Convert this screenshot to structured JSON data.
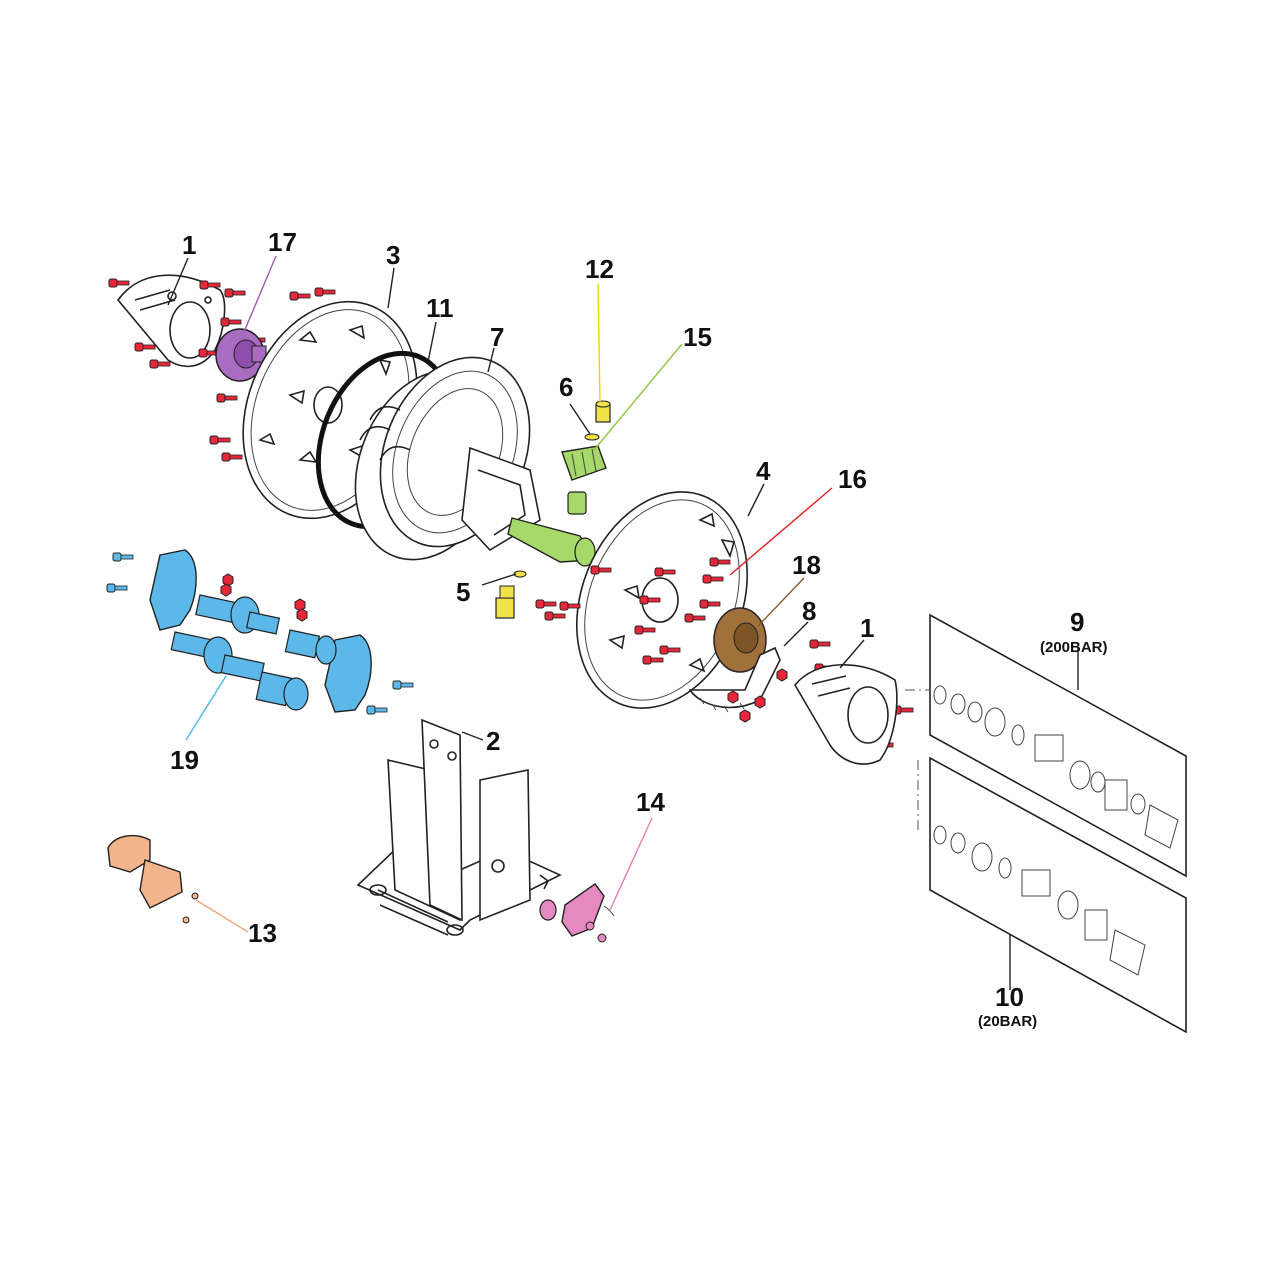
{
  "callouts": [
    {
      "id": "1a",
      "text": "1",
      "color": "#222222"
    },
    {
      "id": "17",
      "text": "17",
      "color": "#9b59b6"
    },
    {
      "id": "3",
      "text": "3",
      "color": "#222222"
    },
    {
      "id": "11",
      "text": "11",
      "color": "#222222"
    },
    {
      "id": "7",
      "text": "7",
      "color": "#222222"
    },
    {
      "id": "12",
      "text": "12",
      "color": "#e6d800"
    },
    {
      "id": "15",
      "text": "15",
      "color": "#8cc63f"
    },
    {
      "id": "6",
      "text": "6",
      "color": "#222222"
    },
    {
      "id": "4",
      "text": "4",
      "color": "#222222"
    },
    {
      "id": "16",
      "text": "16",
      "color": "#e02020"
    },
    {
      "id": "18",
      "text": "18",
      "color": "#8b5a2b"
    },
    {
      "id": "8",
      "text": "8",
      "color": "#222222"
    },
    {
      "id": "1b",
      "text": "1",
      "color": "#222222"
    },
    {
      "id": "5",
      "text": "5",
      "color": "#222222"
    },
    {
      "id": "9",
      "text": "9",
      "color": "#222222"
    },
    {
      "id": "19",
      "text": "19",
      "color": "#4fb3e8"
    },
    {
      "id": "2",
      "text": "2",
      "color": "#222222"
    },
    {
      "id": "14",
      "text": "14",
      "color": "#e87fb3"
    },
    {
      "id": "13",
      "text": "13",
      "color": "#f0a878"
    },
    {
      "id": "10",
      "text": "10",
      "color": "#222222"
    }
  ],
  "sublabels": {
    "kit9": "(200BAR)",
    "kit10": "(20BAR)"
  },
  "colors": {
    "bolt": "#e8283a",
    "hub17": "#a86cc1",
    "shaft15": "#a6d96a",
    "fitting12": "#f2e24a",
    "hub18": "#a0713a",
    "bracket19": "#5cb8e8",
    "latch14": "#e58ac0",
    "stop13": "#f2b48a",
    "outline": "#222222"
  }
}
